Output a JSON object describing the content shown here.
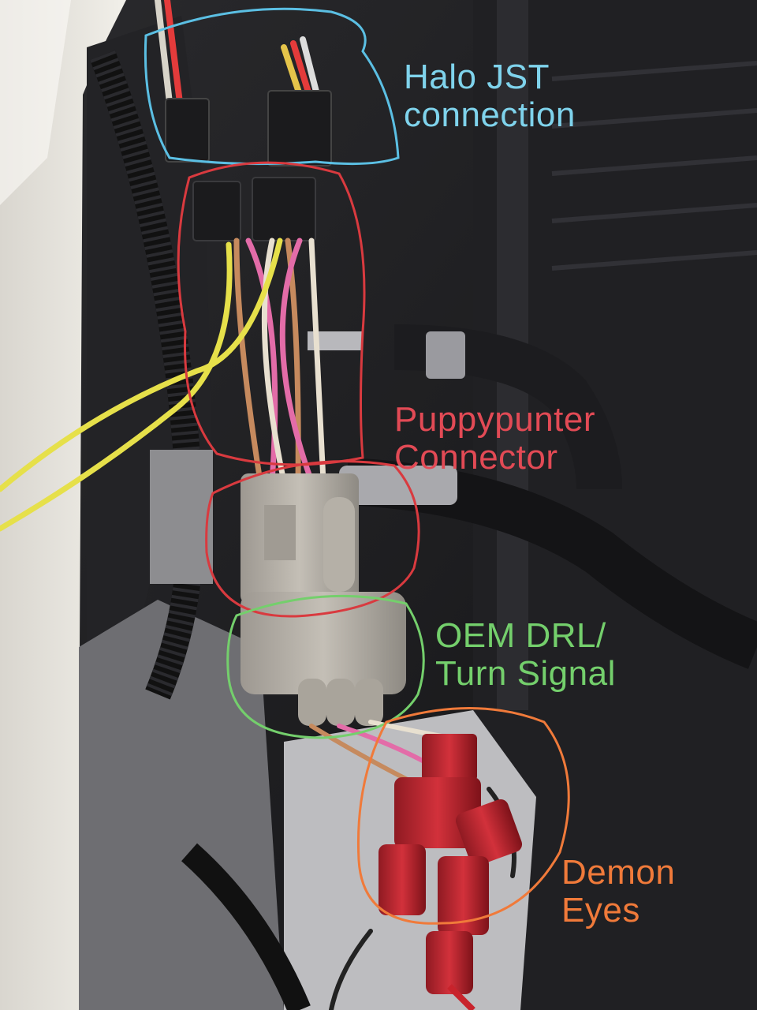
{
  "annotations": {
    "halo": {
      "line1": "Halo JST",
      "line2": "connection",
      "color": "#7fd3ec"
    },
    "puppypunter": {
      "line1": "Puppypunter",
      "line2": "Connector",
      "color": "#e24a55"
    },
    "oem": {
      "line1": "OEM DRL/",
      "line2": "Turn Signal",
      "color": "#74cf6c"
    },
    "demon": {
      "line1": "Demon",
      "line2": "Eyes",
      "color": "#f07a3a"
    }
  }
}
